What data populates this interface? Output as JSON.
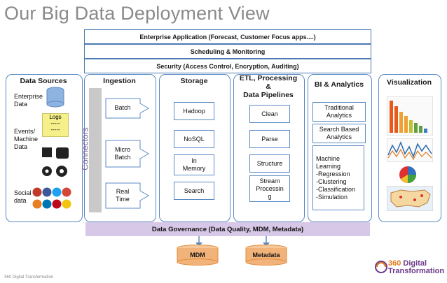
{
  "title": "Our Big Data Deployment View",
  "bands": {
    "enterprise": "Enterprise Application (Forecast, Customer Focus apps....)",
    "scheduling": "Scheduling & Monitoring",
    "security": "Security (Access Control, Encryption, Auditing)"
  },
  "data_sources": {
    "header": "Data Sources",
    "enterprise": "Enterprise\nData",
    "logs_title": "Logs",
    "logs_line1": "-----",
    "logs_line2": "-----",
    "events": "Events/\nMachine\nData",
    "social": "Social\ndata"
  },
  "ingestion": {
    "header": "Ingestion",
    "connectors": "Connectors",
    "batch": "Batch",
    "micro": "Micro\nBatch",
    "real": "Real\nTime"
  },
  "storage": {
    "header": "Storage",
    "hadoop": "Hadoop",
    "nosql": "NoSQL",
    "inmem": "In\nMemory",
    "search": "Search"
  },
  "etl": {
    "header": "ETL, Processing\n&\nData Pipelines",
    "clean": "Clean",
    "parse": "Parse",
    "structure": "Structure",
    "stream": "Stream\nProcessin\ng"
  },
  "bi": {
    "header": "BI & Analytics",
    "traditional": "Traditional\nAnalytics",
    "search": "Search Based\nAnalytics",
    "ml": "Machine\nLearning\n-Regression\n-Clustering\n-Classification\n-Simulation"
  },
  "visualization": {
    "header": "Visualization"
  },
  "governance": "Data Governance (Data Quality, MDM, Metadata)",
  "mdm": "MDM",
  "metadata": "Metadata",
  "footer": "360 Digital Transformation",
  "logo": {
    "num": "360",
    "l1": "Digital",
    "l2": "Transformation"
  },
  "colors": {
    "border": "#5b8ac4",
    "governance": "#d8c8e8",
    "cylinder": "#f2b37a",
    "title": "#8a8a8a"
  }
}
